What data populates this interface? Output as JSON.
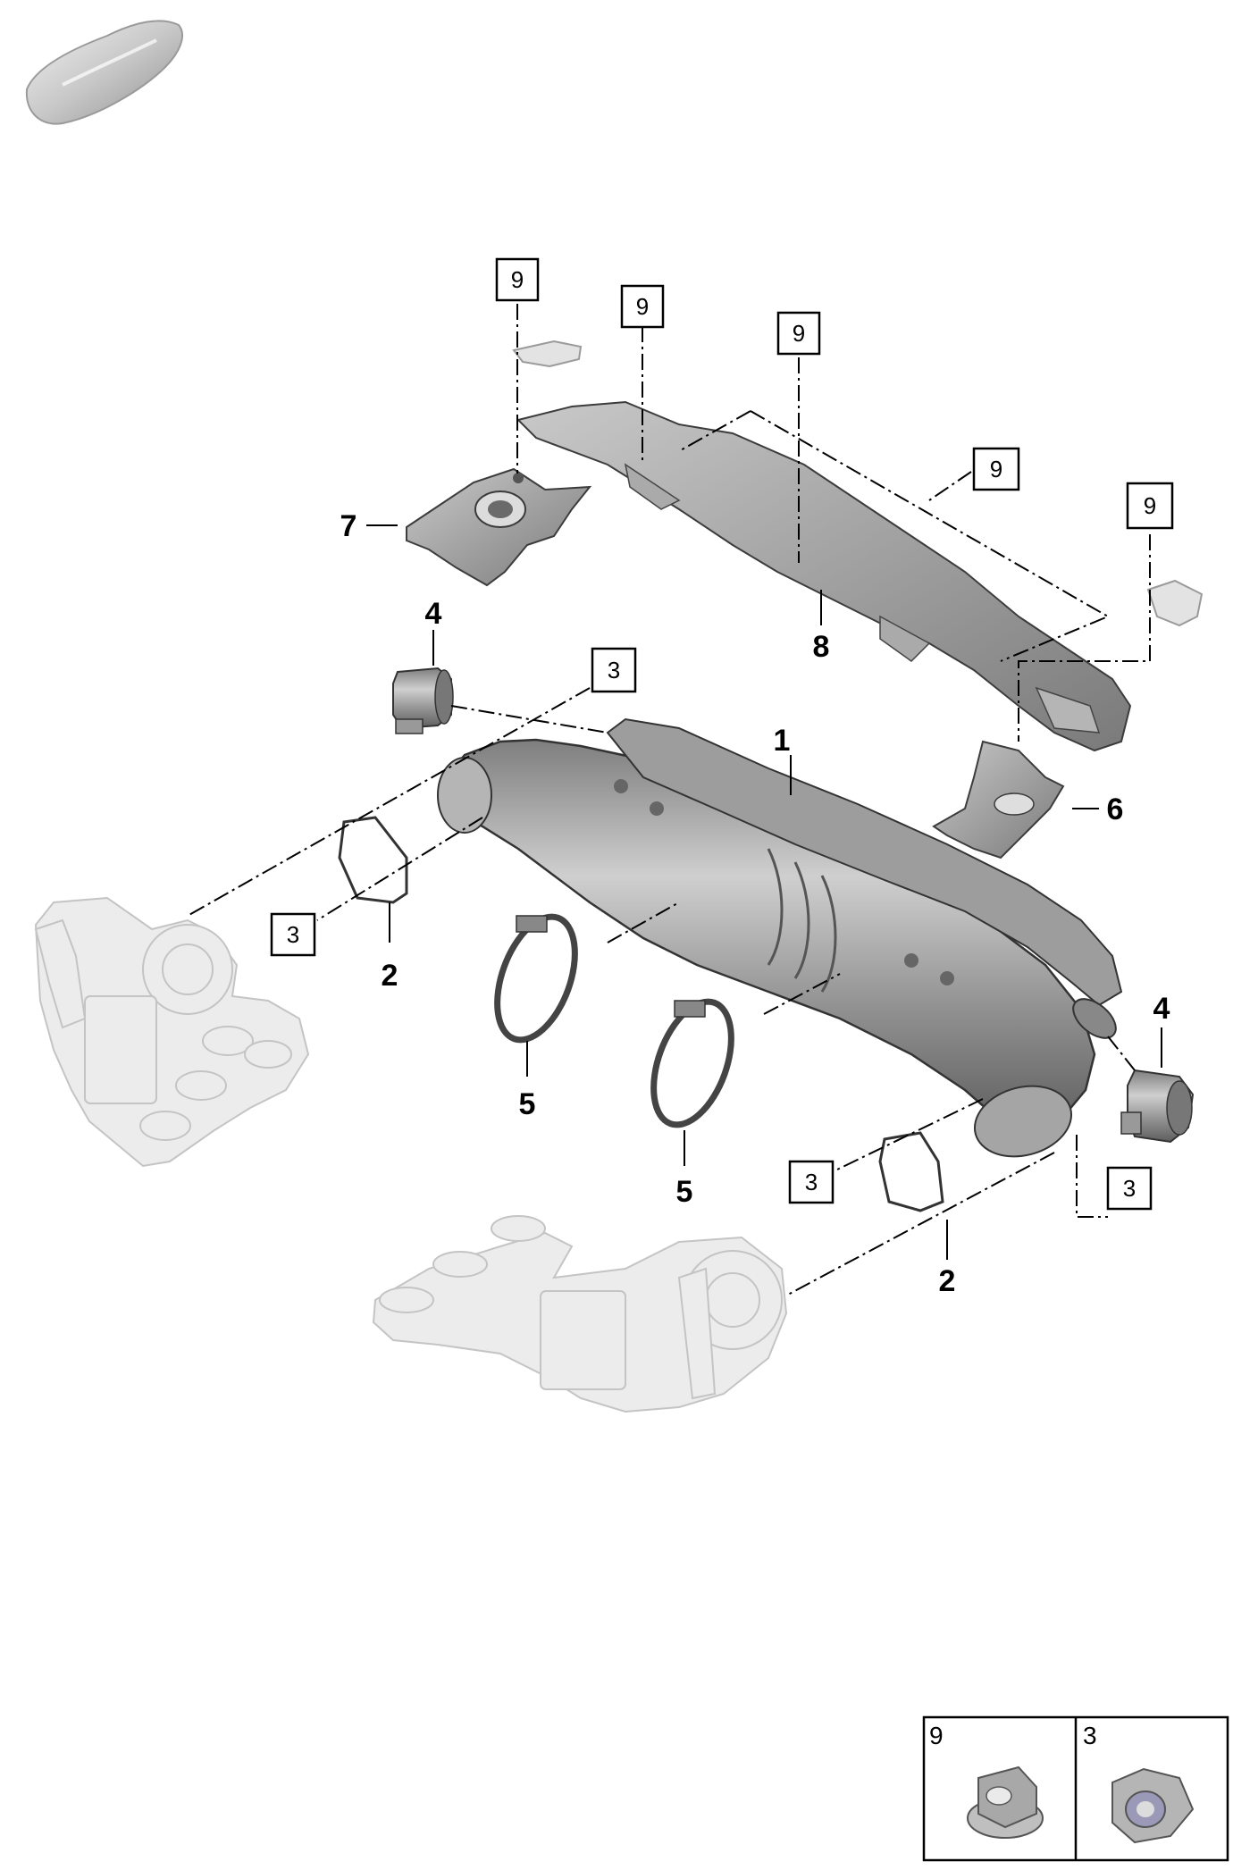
{
  "diagram": {
    "callouts": [
      {
        "id": "1",
        "label": "1"
      },
      {
        "id": "2a",
        "label": "2"
      },
      {
        "id": "2b",
        "label": "2"
      },
      {
        "id": "4a",
        "label": "4"
      },
      {
        "id": "4b",
        "label": "4"
      },
      {
        "id": "5a",
        "label": "5"
      },
      {
        "id": "5b",
        "label": "5"
      },
      {
        "id": "6",
        "label": "6"
      },
      {
        "id": "7",
        "label": "7"
      },
      {
        "id": "8",
        "label": "8"
      }
    ],
    "boxed_refs": [
      {
        "id": "9a",
        "label": "9"
      },
      {
        "id": "9b",
        "label": "9"
      },
      {
        "id": "9c",
        "label": "9"
      },
      {
        "id": "9d",
        "label": "9"
      },
      {
        "id": "9e",
        "label": "9"
      },
      {
        "id": "3a",
        "label": "3"
      },
      {
        "id": "3b",
        "label": "3"
      },
      {
        "id": "3c",
        "label": "3"
      },
      {
        "id": "3d",
        "label": "3"
      }
    ],
    "legend": [
      {
        "label": "9",
        "icon": "flange-nut-icon"
      },
      {
        "label": "3",
        "icon": "hex-nut-icon"
      }
    ]
  }
}
